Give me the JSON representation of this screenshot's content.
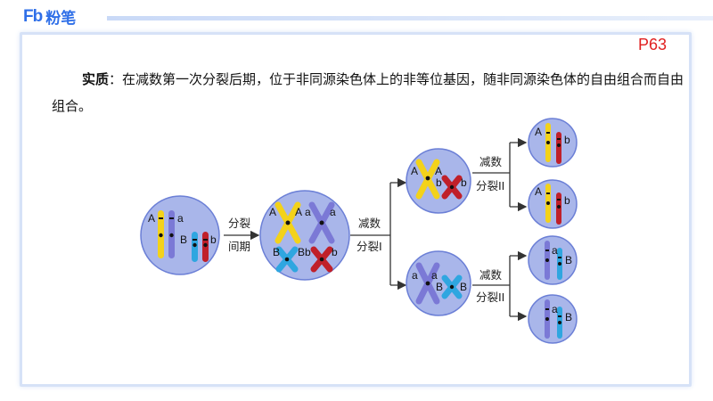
{
  "brand": {
    "mark": "Fb",
    "name": "粉笔"
  },
  "page_number": "P63",
  "paragraph": {
    "term": "实质",
    "body": "：在减数第一次分裂后期，位于非同源染色体上的非等位基因，随非同源染色体的自由组合而自由组合。"
  },
  "diagram": {
    "steps": {
      "interphase_l1": "分裂",
      "interphase_l2": "间期",
      "meiosis1_l1": "减数",
      "meiosis1_l2": "分裂I",
      "meiosis2a_l1": "减数",
      "meiosis2a_l2": "分裂II",
      "meiosis2b_l1": "减数",
      "meiosis2b_l2": "分裂II"
    },
    "alleles": {
      "A": "A",
      "a": "a",
      "B": "B",
      "b": "b"
    },
    "colors": {
      "cell_fill": "#a9b6ea",
      "cell_stroke": "#6b7fd6",
      "yellow": "#f3d21a",
      "purple": "#7b79d6",
      "cyan": "#2fa6e0",
      "red": "#c0202a"
    }
  }
}
